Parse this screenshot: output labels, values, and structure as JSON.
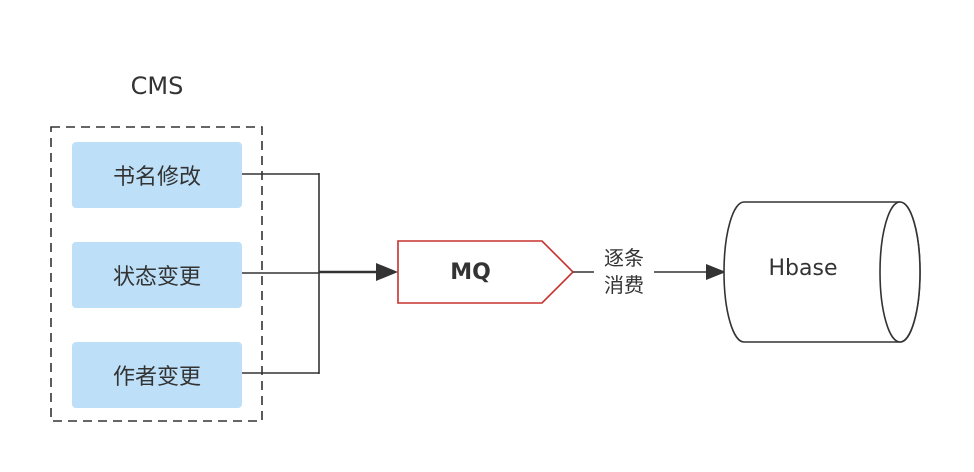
{
  "diagram": {
    "group": {
      "title": "CMS",
      "items": [
        {
          "label": "书名修改"
        },
        {
          "label": "状态变更"
        },
        {
          "label": "作者变更"
        }
      ]
    },
    "queue": {
      "label": "MQ"
    },
    "edge": {
      "line1": "逐条",
      "line2": "消费"
    },
    "store": {
      "label": "Hbase"
    },
    "colors": {
      "source_fill": "#bde0f8",
      "queue_stroke": "#c9302c",
      "line": "#333333"
    }
  }
}
